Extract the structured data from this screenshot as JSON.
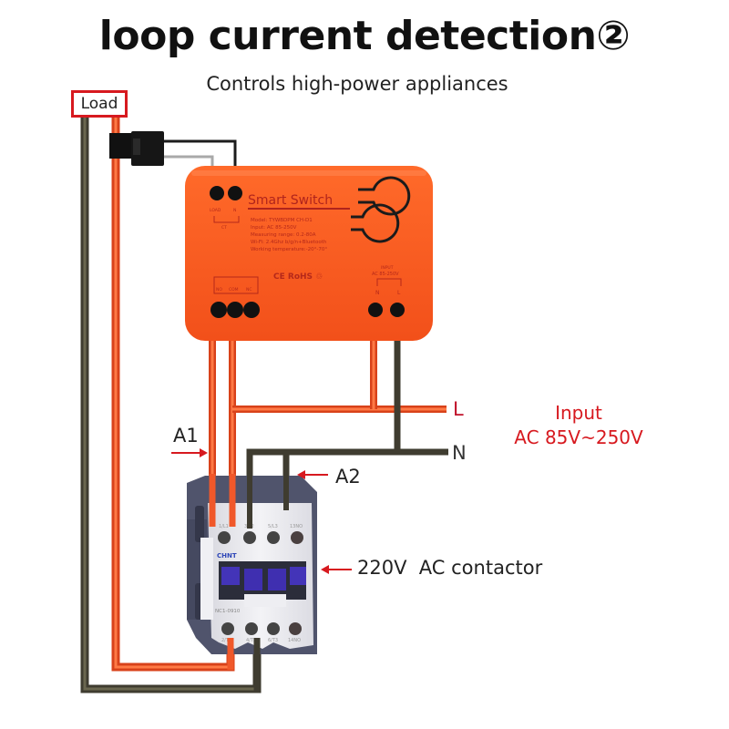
{
  "header": {
    "title": "loop current detection②",
    "subtitle": "Controls high-power appliances"
  },
  "load": {
    "label": "Load"
  },
  "smart_switch": {
    "brand_label": "Smart  Switch",
    "spec_lines": [
      "Model: TYWBDPM CH-D1",
      "Input: AC 85-250V",
      "Measuring range:  0.2-80A",
      "Wi-Fi: 2.4Ghz b/g/n+Bluetooth",
      "Working temperature:-20°-70°"
    ],
    "certifications": "CE RoHS ♲",
    "top_terminals": {
      "left": "LOAD",
      "right": "N",
      "bridge": "CT"
    },
    "relay_terminals": [
      "NO",
      "COM",
      "NC"
    ],
    "input_rating": [
      "INPUT",
      "AC 85-250V"
    ],
    "input_terminals": [
      "N",
      "L"
    ]
  },
  "wires": {
    "L_label": "L",
    "N_label": "N",
    "A1_label": "A1",
    "A2_label": "A2"
  },
  "input_note": {
    "line1": "Input",
    "line2": "AC 85V~250V"
  },
  "contactor": {
    "label": "220V  AC contactor",
    "brand": "CHNT",
    "model": "NC1-0910",
    "top_terminals": [
      "1/L1",
      "3/L2",
      "5/L3",
      "13NO"
    ],
    "bottom_terminals": [
      "2/T1",
      "4/T2",
      "6/T3",
      "14NO"
    ]
  },
  "colors": {
    "live_wire": "#f0582a",
    "neutral_wire": "#4a4637",
    "signal_wire": "#1c1c1c",
    "grey_wire": "#a9a9a9",
    "accent_red": "#d7191f",
    "switch_body": "#f75a1c",
    "contactor_body": "#e9e9ee",
    "contactor_frame": "#4c5068"
  }
}
